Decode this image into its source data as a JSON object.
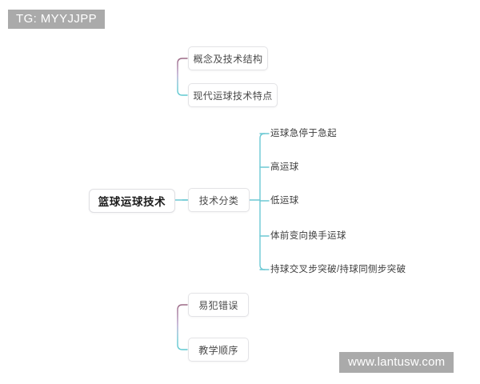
{
  "watermarks": {
    "top_left": "TG: MYYJJPP",
    "bottom_right": "www.lantusw.com"
  },
  "colors": {
    "trunk_top": "#9c6a86",
    "trunk_mid": "#b39ccb",
    "trunk_bottom": "#5ec8d0",
    "branch_line": "#6dc9d4",
    "node_border": "#e3e3e6",
    "node_fill": "#ffffff",
    "root_text": "#1c1c1c",
    "branch_text": "#4a4a4a",
    "leaf_text": "#3c3c3c",
    "watermark_bg": "#aaaaaa",
    "watermark_text": "#ffffff"
  },
  "mindmap": {
    "root": {
      "label": "篮球运球技术"
    },
    "branches": [
      {
        "label": "概念及技术结构",
        "children": []
      },
      {
        "label": "现代运球技术特点",
        "children": []
      },
      {
        "label": "技术分类",
        "children": [
          {
            "label": "运球急停于急起"
          },
          {
            "label": "高运球"
          },
          {
            "label": "低运球"
          },
          {
            "label": "体前变向换手运球"
          },
          {
            "label": "持球交叉步突破/持球同侧步突破"
          }
        ]
      },
      {
        "label": "易犯错误",
        "children": []
      },
      {
        "label": "教学顺序",
        "children": []
      }
    ]
  }
}
